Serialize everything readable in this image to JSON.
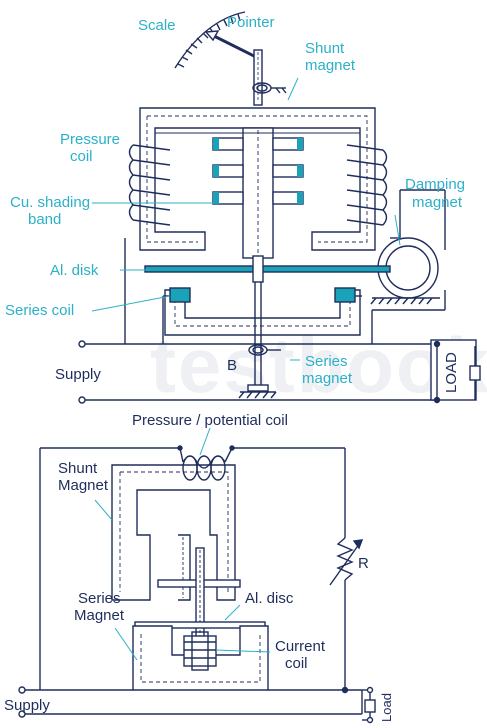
{
  "top_diagram": {
    "labels": {
      "scale": "Scale",
      "pointer": "Pointer",
      "shunt_magnet_1": "Shunt",
      "shunt_magnet_2": "magnet",
      "pressure_coil_1": "Pressure",
      "pressure_coil_2": "coil",
      "cu_shading_1": "Cu. shading",
      "cu_shading_2": "band",
      "damping_magnet_1": "Damping",
      "damping_magnet_2": "magnet",
      "al_disk": "Al. disk",
      "series_coil": "Series coil",
      "series_magnet_1": "Series",
      "series_magnet_2": "magnet",
      "b": "B",
      "supply": "Supply",
      "load": "LOAD"
    }
  },
  "bottom_diagram": {
    "labels": {
      "pressure_potential_coil": "Pressure / potential coil",
      "shunt_magnet_1": "Shunt",
      "shunt_magnet_2": "Magnet",
      "r": "R",
      "series_magnet_1": "Series",
      "series_magnet_2": "Magnet",
      "al_disc": "Al. disc",
      "current_coil_1": "Current",
      "current_coil_2": "coil",
      "supply": "Supply",
      "load": "Load"
    }
  },
  "watermark": "testbook",
  "colors": {
    "line": "#1f2d5c",
    "label": "#2bb1c9",
    "accent": "#1aa3b8",
    "watermark": "#eef0f3"
  }
}
